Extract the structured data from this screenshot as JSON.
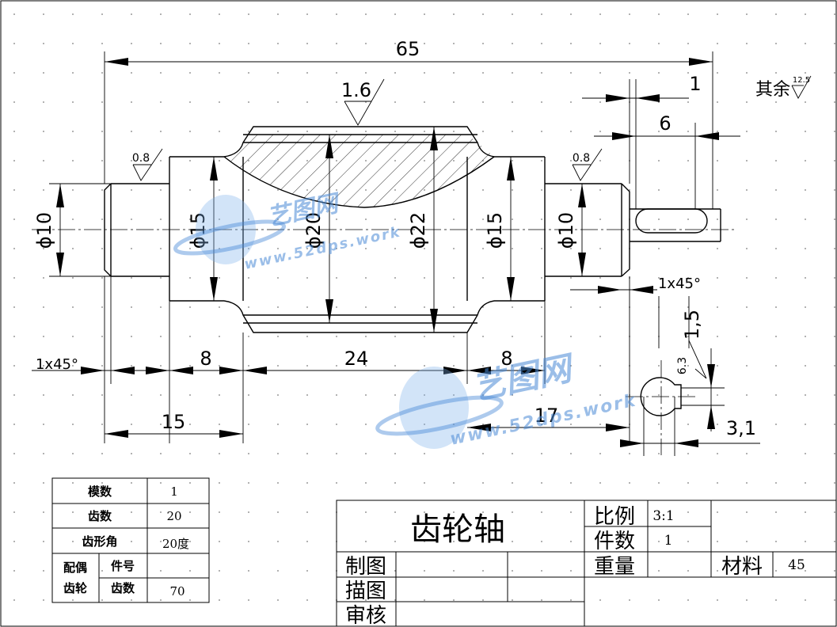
{
  "dimensions": {
    "overall_length": "65",
    "dia_left_end": "ϕ10",
    "dia_left_shoulder": "ϕ15",
    "dia_root": "ϕ20",
    "dia_tip": "ϕ22",
    "dia_right_shoulder": "ϕ15",
    "dia_right_end": "ϕ10",
    "len_shoulder_left": "8",
    "len_gear": "24",
    "len_shoulder_right": "8",
    "len_left_total": "15",
    "len_to_keyway": "17",
    "keyway_offset": "1",
    "keyway_length": "6",
    "chamfer_left": "1x45°",
    "chamfer_right": "1x45°",
    "keyway_depth": "1,5",
    "section_width": "3,1"
  },
  "roughness": {
    "gear": "1.6",
    "left_journal": "0.8",
    "right_journal": "0.8",
    "section": "6.3",
    "rest_label": "其余",
    "rest_value": "12.5"
  },
  "gear_params": {
    "rows": [
      {
        "label": "模数",
        "value": "1"
      },
      {
        "label": "齿数",
        "value": "20"
      },
      {
        "label": "齿形角",
        "value": "20度"
      }
    ],
    "mating_label_1": "配偶",
    "mating_label_2": "齿轮",
    "part_no_label": "件号",
    "part_no_value": "",
    "teeth_label": "齿数",
    "teeth_value": "70"
  },
  "title_block": {
    "part_name": "齿轮轴",
    "scale_label": "比例",
    "scale_value": "3:1",
    "qty_label": "件数",
    "qty_value": "1",
    "weight_label": "重量",
    "weight_value": "",
    "material_label": "材料",
    "material_value": "45",
    "drawn_label": "制图",
    "traced_label": "描图",
    "checked_label": "审核"
  },
  "watermark": {
    "brand": "艺图网",
    "site": "www.52dps.work"
  }
}
